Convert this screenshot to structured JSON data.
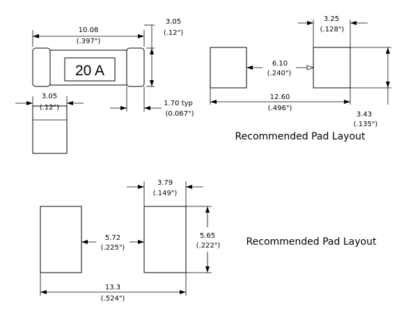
{
  "fuse": {
    "rating": "20 A",
    "length": {
      "mm": "10.08",
      "in": "(.397\")"
    },
    "cap_length": {
      "mm": "3.05",
      "in": "(.12\")"
    },
    "terminal": {
      "mm": "1.70 typ",
      "in": "(0.067\")"
    },
    "end_width": {
      "mm": "3.05",
      "in": "(.12\")"
    }
  },
  "pad_layout_1": {
    "caption": "Recommended Pad Layout",
    "pad_width": {
      "mm": "3.25",
      "in": "(.128\")"
    },
    "gap": {
      "mm": "6.10",
      "in": "(.240\")"
    },
    "overall": {
      "mm": "12.60",
      "in": "(.496\")"
    },
    "pad_height": {
      "mm": "3.43",
      "in": "(.135\")"
    }
  },
  "pad_layout_2": {
    "caption": "Recommended Pad Layout",
    "pad_width": {
      "mm": "3.79",
      "in": "(.149\")"
    },
    "gap": {
      "mm": "5.72",
      "in": "(.225\")"
    },
    "pad_height": {
      "mm": "5.65",
      "in": "(.222\")"
    },
    "overall": {
      "mm": "13.3",
      "in": "(.524\")"
    }
  }
}
